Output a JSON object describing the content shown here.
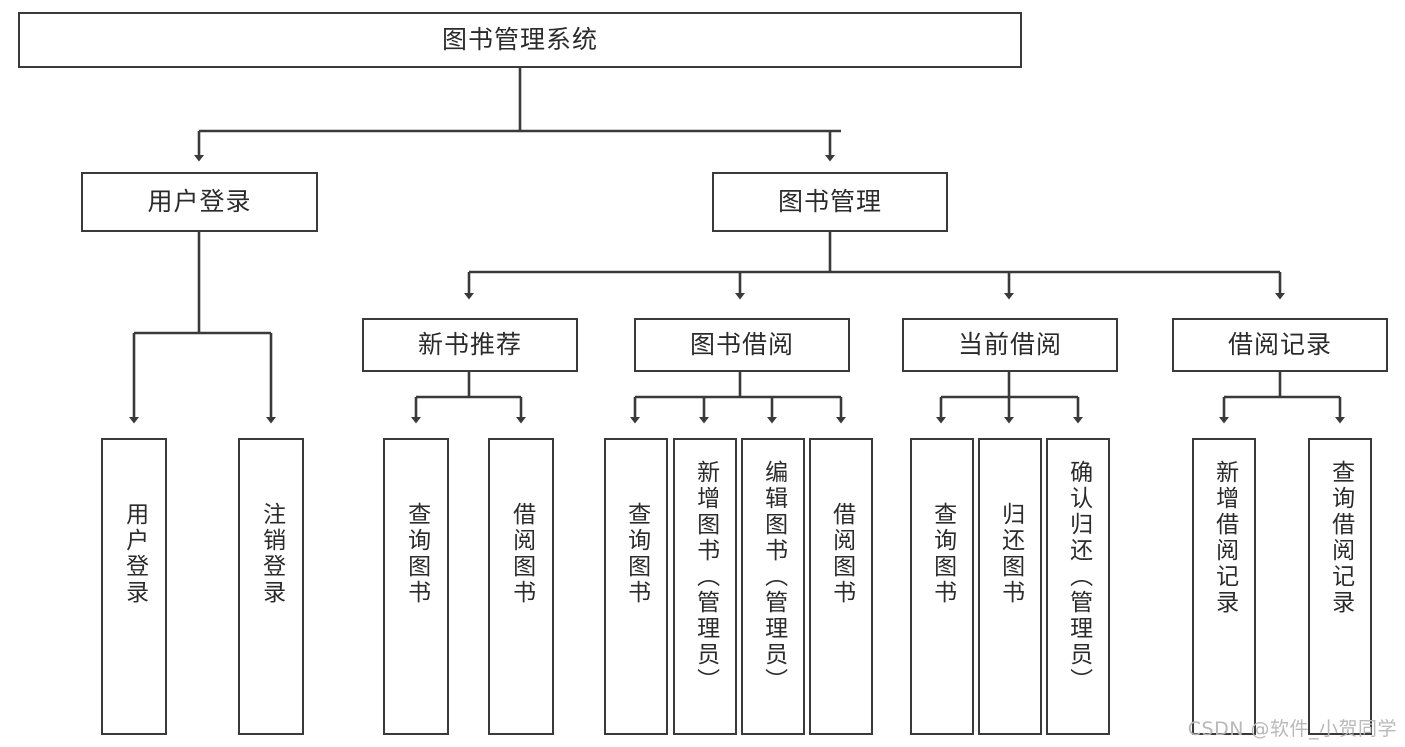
{
  "diagram": {
    "title": "图书管理系统",
    "type": "tree-hierarchy-chart",
    "root": {
      "label": "图书管理系统"
    },
    "level2": [
      {
        "id": "user-login",
        "label": "用户登录"
      },
      {
        "id": "book-management",
        "label": "图书管理"
      }
    ],
    "level3": [
      {
        "id": "new-book-recommend",
        "label": "新书推荐"
      },
      {
        "id": "book-borrow",
        "label": "图书借阅"
      },
      {
        "id": "current-borrow",
        "label": "当前借阅"
      },
      {
        "id": "borrow-record",
        "label": "借阅记录"
      }
    ],
    "leaves": {
      "user_login": [
        {
          "id": "leaf-user-login",
          "label": "用户登录"
        },
        {
          "id": "leaf-logout-login",
          "label": "注销登录"
        }
      ],
      "new_book_recommend": [
        {
          "id": "leaf-query-book-1",
          "label": "查询图书"
        },
        {
          "id": "leaf-borrow-book-1",
          "label": "借阅图书"
        }
      ],
      "book_borrow": [
        {
          "id": "leaf-query-book-2",
          "label": "查询图书"
        },
        {
          "id": "leaf-add-book",
          "label": "新增图书（管理员）"
        },
        {
          "id": "leaf-edit-book",
          "label": "编辑图书（管理员）"
        },
        {
          "id": "leaf-borrow-book-2",
          "label": "借阅图书"
        }
      ],
      "current_borrow": [
        {
          "id": "leaf-query-book-3",
          "label": "查询图书"
        },
        {
          "id": "leaf-return-book",
          "label": "归还图书"
        },
        {
          "id": "leaf-confirm-return",
          "label": "确认归还（管理员）"
        }
      ],
      "borrow_record": [
        {
          "id": "leaf-add-record",
          "label": "新增借阅记录"
        },
        {
          "id": "leaf-query-record",
          "label": "查询借阅记录"
        }
      ]
    }
  },
  "watermark": {
    "text": "CSDN @软件_小贺同学"
  },
  "colors": {
    "stroke": "#3a3a3a",
    "background": "#ffffff",
    "text": "#2b2b2b",
    "watermark": "#b9b9b9"
  }
}
